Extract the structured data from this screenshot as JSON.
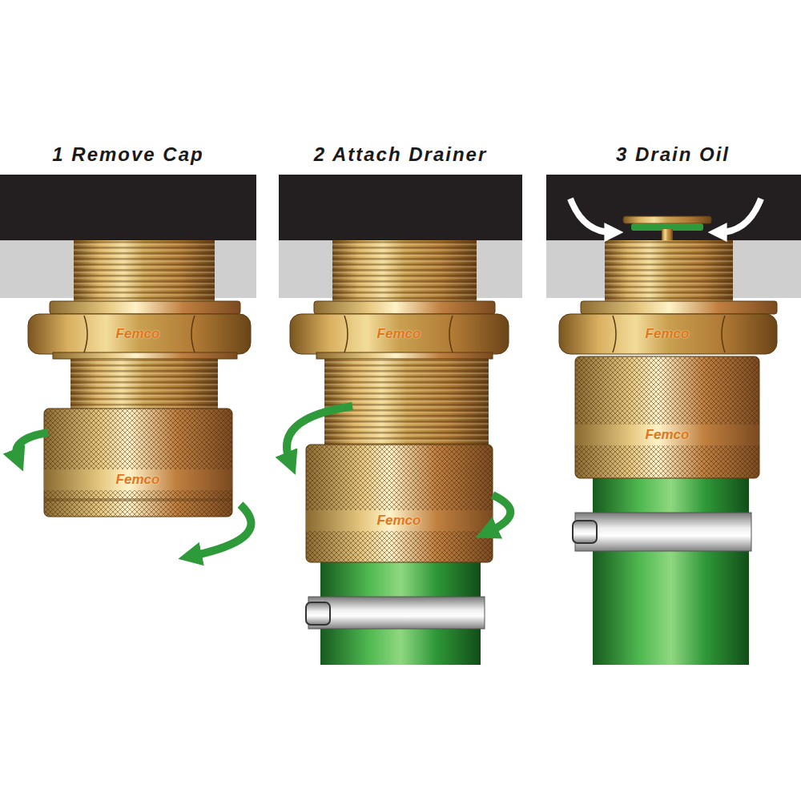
{
  "diagram": {
    "labels": [
      "1 Remove Cap",
      "2 Attach Drainer",
      "3 Drain Oil",
      "Femco",
      "Femco",
      "Femco",
      "Femco",
      "Femco",
      "Femco"
    ]
  }
}
